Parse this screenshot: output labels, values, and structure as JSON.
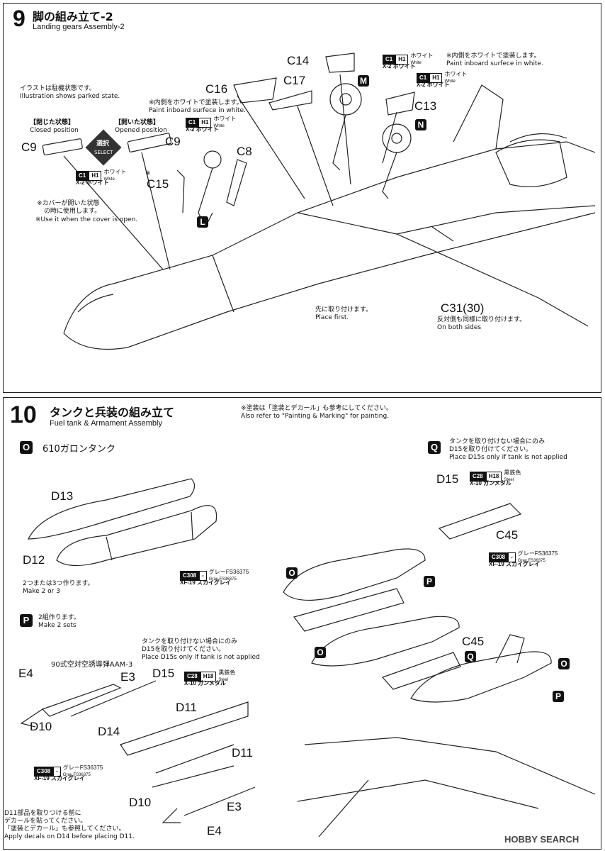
{
  "step9": {
    "number": "9",
    "title_jp": "脚の組み立て-2",
    "title_en": "Landing gears Assembly-2",
    "parked_jp": "イラストは駐機状態です。",
    "parked_en": "Illustration shows parked state.",
    "closed_jp": "【閉じた状態】",
    "closed_en": "Closed position",
    "opened_jp": "【開いた状態】",
    "opened_en": "Opened position",
    "select_jp": "選択",
    "select_en": "SELECT",
    "inboard_jp": "※内側をホワイトで塗装します。",
    "inboard_en": "Paint inboard surfece in white.",
    "inboard2_jp": "※内側をホワイトで塗装します。",
    "inboard2_en": "Paint inboard surfece in white.",
    "cover_note_mark": "※",
    "cover_note_jp1": "※カバーが開いた状態",
    "cover_note_jp2": "の時に使用します。",
    "cover_note_en": "※Use it when the cover is open.",
    "place_first_jp": "先に取り付けます。",
    "place_first_en": "Place first.",
    "both_sides_jp": "反対側も同様に取り付けます。",
    "both_sides_en": "On both sides",
    "parts": [
      "C14",
      "C17",
      "C16",
      "C13",
      "C9",
      "C9",
      "C15",
      "C8",
      "C31(30)"
    ],
    "markers": [
      "M",
      "N",
      "L"
    ]
  },
  "paint": {
    "c1": "C1",
    "h1": "H1",
    "white_jp": "ホワイト",
    "white_en": "White",
    "x2_white": "X-2 ホワイト",
    "c308": "C308",
    "dash": "-",
    "gray_jp": "グレーFS36375",
    "gray_en": "Gray FS36375",
    "xf19": "XF-19 スカイグレイ",
    "c28": "C28",
    "h18": "H18",
    "steel_jp": "黒鉄色",
    "steel_en": "Steel",
    "x10": "X-10 ガンメタル"
  },
  "step10": {
    "number": "10",
    "title_jp": "タンクと兵装の組み立て",
    "title_en": "Fuel tank & Armament Assembly",
    "note_jp": "※塗装は「塗装とデカール」も参考にしてください。",
    "note_en": "Also refer to \"Painting & Marking\" for painting.",
    "O_label": "610ガロンタンク",
    "make23_jp": "2つまたは3つ作ります。",
    "make23_en": "Make 2 or 3",
    "make2_jp": "2組作ります。",
    "make2_en": "Make 2 sets",
    "aam3": "90式空対空誘導弾AAM-3",
    "notank_jp1": "タンクを取り付けない場合にのみ",
    "notank_jp2": "D15を取り付けてください。",
    "notank_en": "Place D15s only if tank is not applied",
    "decal_jp1": "D11部品を取りつける前に",
    "decal_jp2": "デカールを貼ってください。",
    "decal_jp3": "「塗装とデカール」も参照してください。",
    "decal_en": "Apply decals on D14 before placing D11.",
    "parts": [
      "D13",
      "D12",
      "E4",
      "E3",
      "D15",
      "D11",
      "D10",
      "D14",
      "D11",
      "D10",
      "E3",
      "E4",
      "D15",
      "C45",
      "C45"
    ],
    "markers": [
      "O",
      "P",
      "Q",
      "O",
      "P",
      "O",
      "Q",
      "O",
      "P"
    ]
  },
  "watermark": "HOBBY SEARCH"
}
